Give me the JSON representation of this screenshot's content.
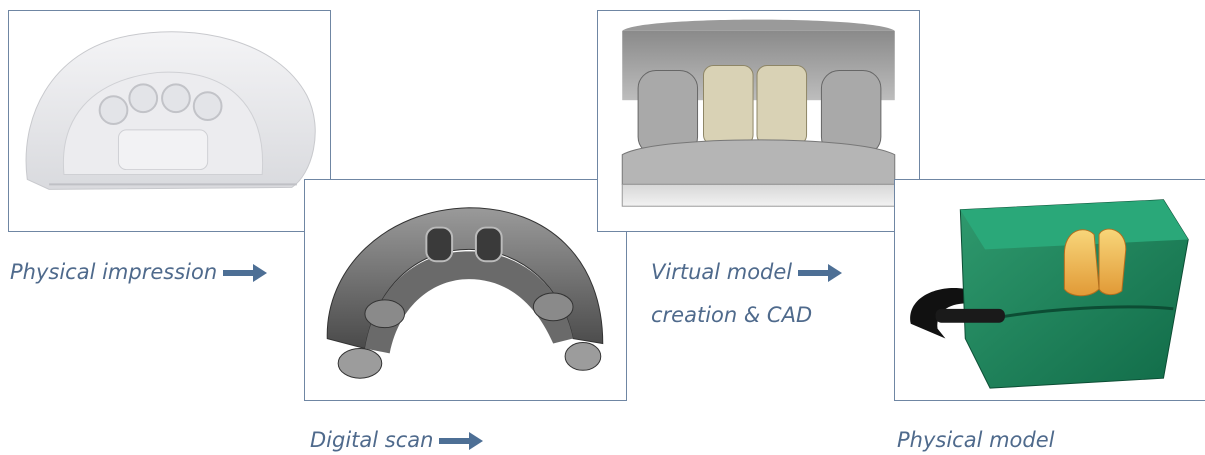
{
  "steps": [
    {
      "label": "Physical impression",
      "image": "dental-impression-photo",
      "arrow": "right-arrow-icon"
    },
    {
      "label": "Digital scan",
      "image": "digital-scan-render",
      "arrow": "right-arrow-icon"
    },
    {
      "label_lines": [
        "Virtual model",
        "creation & CAD"
      ],
      "image": "virtual-model-render",
      "arrow": "right-arrow-icon"
    },
    {
      "label": "Physical model",
      "image": "physical-model-photo"
    }
  ],
  "colors": {
    "frame_border": "#6f86a3",
    "caption": "#4f6a8c",
    "arrow": "#4d6f95"
  }
}
